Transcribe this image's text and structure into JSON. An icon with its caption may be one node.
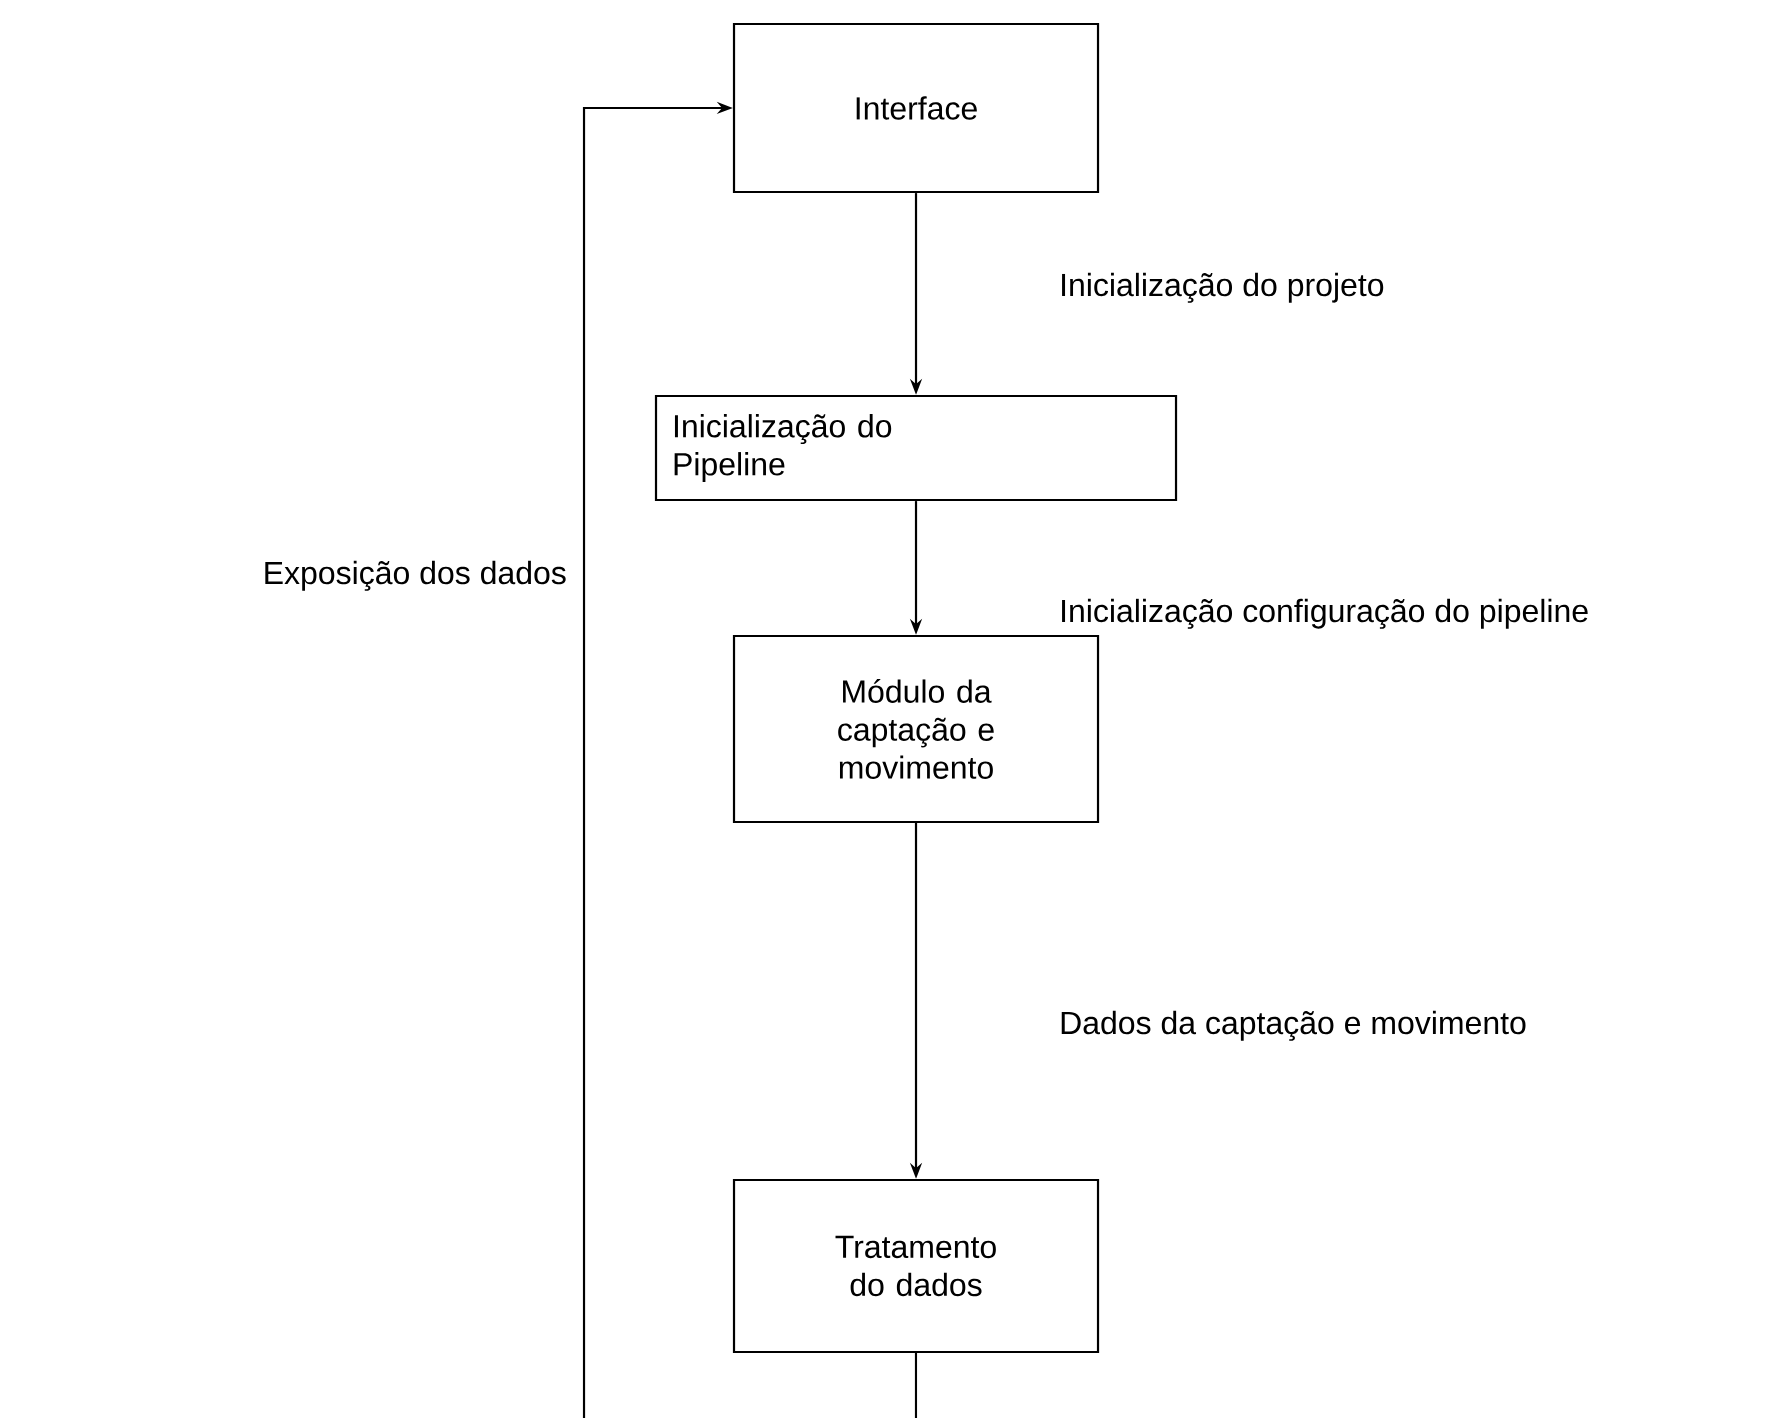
{
  "diagram": {
    "nodes": [
      {
        "text": [
          "Interface"
        ]
      },
      {
        "text": [
          "Inicialização do Pipeline"
        ]
      },
      {
        "text": [
          "Módulo da captação e movimento"
        ]
      },
      {
        "text": [
          "Tratamento do dados"
        ]
      }
    ],
    "edges": [
      {
        "from": 0,
        "to": 1,
        "arrow": "to",
        "label": "Inicialização do projeto"
      },
      {
        "from": 1,
        "to": 2,
        "arrow": "to",
        "label": "Inicialização configuração do pipeline"
      },
      {
        "from": 2,
        "to": 3,
        "arrow": "to",
        "label": "Dados da captação e movimento"
      },
      {
        "from": 3,
        "to": 0,
        "arrow": "to",
        "label": "Exposição dos dados"
      }
    ]
  }
}
